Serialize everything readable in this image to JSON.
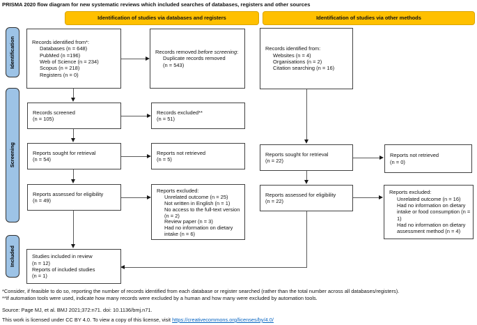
{
  "title": "PRISMA 2020 flow diagram for new systematic reviews which included searches of databases, registers and other sources",
  "colors": {
    "header_bg": "#FFC000",
    "stage_bg": "#9DC3E6",
    "box_border": "#404040",
    "link": "#0563C1"
  },
  "headers": {
    "databases": "Identification of studies via databases and registers",
    "other": "Identification of studies via other methods"
  },
  "stages": {
    "identification": "Identification",
    "screening": "Screening",
    "included": "Included"
  },
  "boxes": {
    "records_identified_db": {
      "heading": "Records identified from*:",
      "items": [
        "Databases (n = 648)",
        "PubMed (n =196)",
        "Web of Science (n = 234)",
        "Scopus (n = 218)",
        "Registers (n = 0)"
      ]
    },
    "records_removed": {
      "pre": "Records removed ",
      "italic": "before screening",
      "post": ":",
      "items": [
        "Duplicate records removed",
        "(n = 543)"
      ]
    },
    "records_screened": {
      "lines": [
        "Records screened",
        "(n = 105)"
      ]
    },
    "records_excluded": {
      "lines": [
        "Records excluded**",
        "(n = 51)"
      ]
    },
    "reports_sought_db": {
      "lines": [
        "Reports sought for retrieval",
        "(n = 54)"
      ]
    },
    "reports_not_retrieved_db": {
      "lines": [
        "Reports not retrieved",
        "(n = 5)"
      ]
    },
    "reports_assessed_db": {
      "lines": [
        "Reports assessed for eligibility",
        "(n = 49)"
      ]
    },
    "reports_excluded_db": {
      "heading": "Reports excluded:",
      "items": [
        "Unrelated outcome (n = 25)",
        "Not written in English (n = 1)",
        "No access to the full-text version (n = 2)",
        "Review paper (n = 3)",
        "Had no information on dietary intake (n = 6)"
      ]
    },
    "included_studies": {
      "lines": [
        "Studies included in review",
        "(n = 12)",
        "Reports of included studies",
        "(n = 1)"
      ]
    },
    "records_identified_other": {
      "heading": "Records identified from:",
      "items": [
        "Websites (n = 4)",
        "Organisations (n = 2)",
        "Citation searching (n = 16)"
      ]
    },
    "reports_sought_other": {
      "lines": [
        "Reports sought for retrieval",
        "(n = 22)"
      ]
    },
    "reports_not_retrieved_other": {
      "lines": [
        "Reports not retrieved",
        "(n = 0)"
      ]
    },
    "reports_assessed_other": {
      "lines": [
        "Reports assessed for eligibility",
        "(n = 22)"
      ]
    },
    "reports_excluded_other": {
      "heading": "Reports excluded:",
      "items": [
        "Unrelated outcome (n = 16)",
        "Had no information on dietary intake or food consumption (n = 1)",
        "Had no information on dietary assessment method (n = 4)"
      ]
    }
  },
  "footnotes": {
    "line1": "*Consider, if feasible to do so, reporting the number of records identified from each database or register searched (rather than the total number across all databases/registers).",
    "line2": "**If automation tools were used, indicate how many records were excluded by a human and how many were excluded by automation tools.",
    "source": "Source: Page MJ, et al. BMJ 2021;372:n71. doi: 10.1136/bmj.n71.",
    "license_pre": "This work is licensed under CC BY 4.0. To view a copy of this license, visit ",
    "license_link": "https://creativecommons.org/licenses/by/4.0/"
  }
}
